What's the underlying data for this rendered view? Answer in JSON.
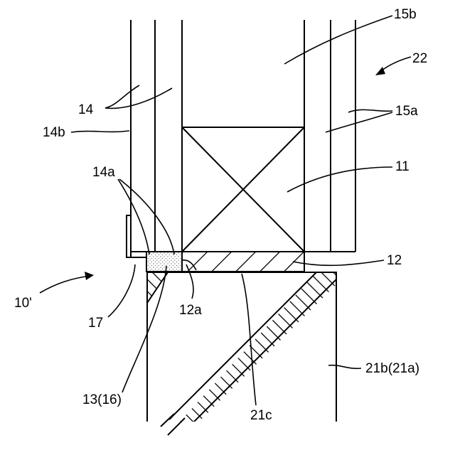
{
  "labels": {
    "l15b": "15b",
    "l22": "22",
    "l14": "14",
    "l15a": "15a",
    "l14b": "14b",
    "l11": "11",
    "l14a": "14a",
    "l12": "12",
    "l10p": "10'",
    "l17": "17",
    "l12a": "12a",
    "l21b": "21b(21a)",
    "l1316": "13(16)",
    "l21c": "21c"
  }
}
